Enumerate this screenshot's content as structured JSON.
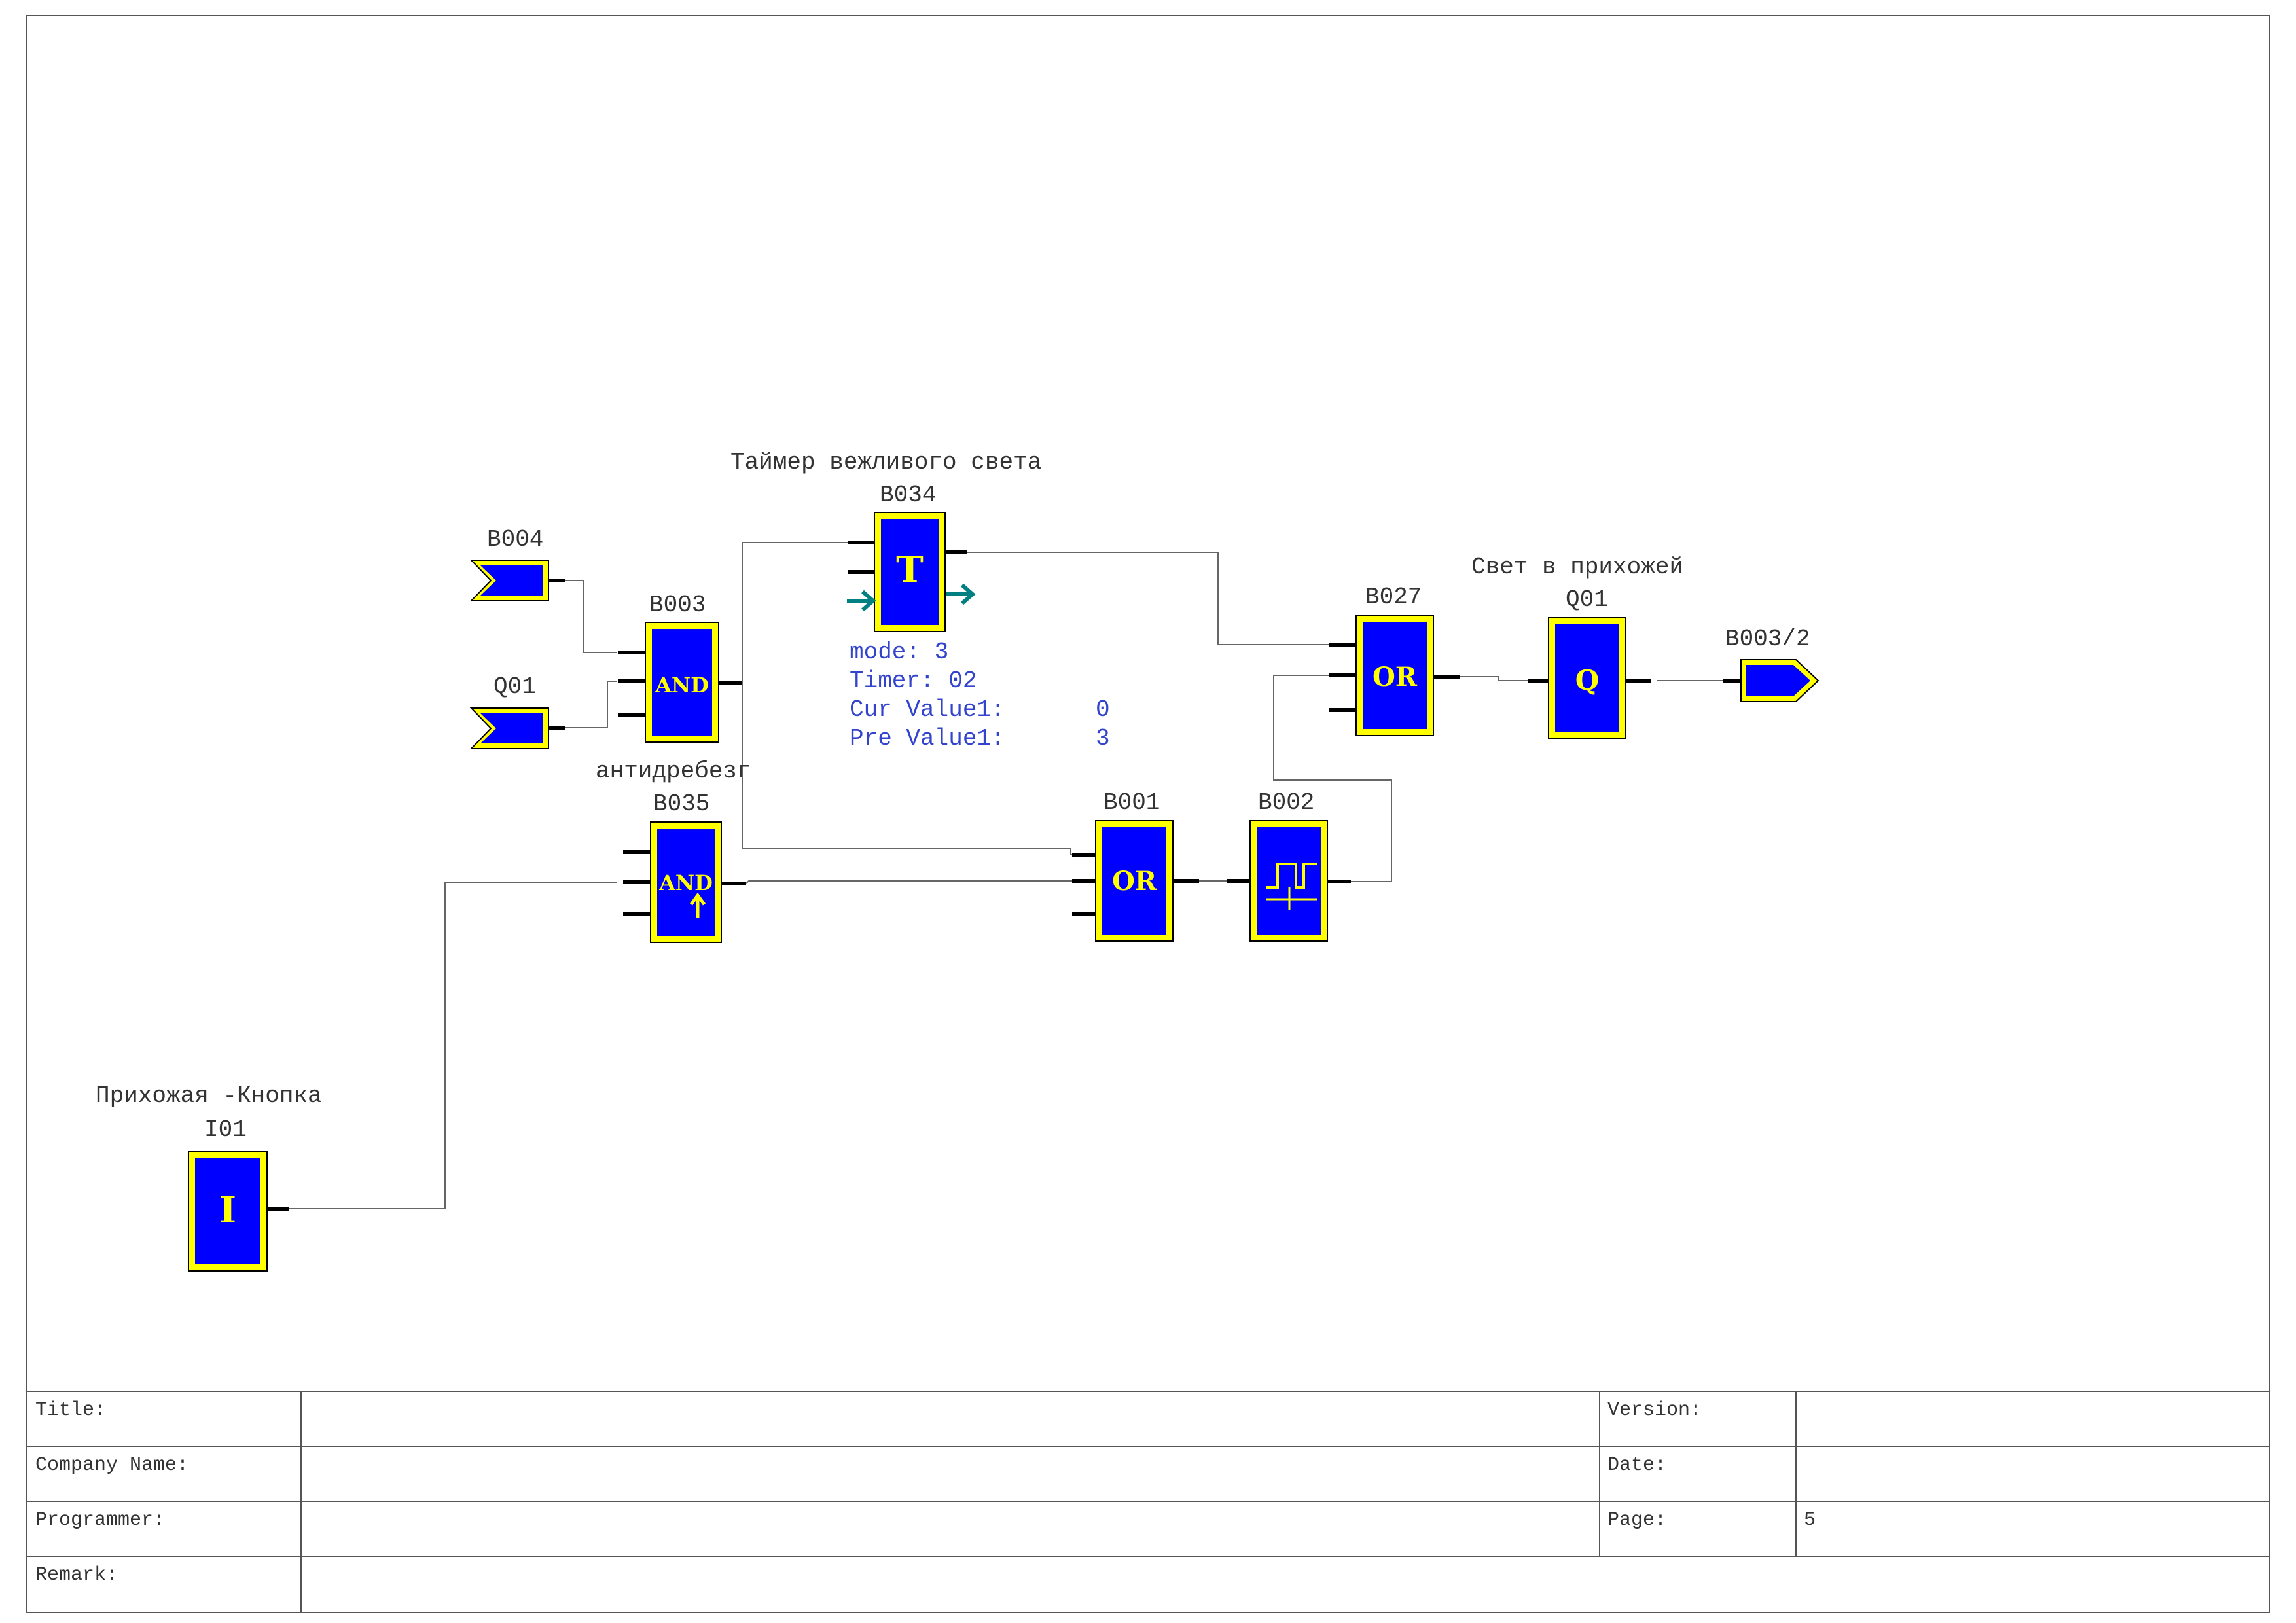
{
  "diagram": {
    "labels": {
      "timer_comment": "Таймер вежливого света",
      "light_comment": "Свет в прихожей",
      "debounce_comment": "антидребезг",
      "button_comment": "Прихожая -Кнопка"
    },
    "blocks": {
      "b004": "B004",
      "q01_in": "Q01",
      "b003": "B003",
      "b034": "B034",
      "b035": "B035",
      "b001": "B001",
      "b002": "B002",
      "b027": "B027",
      "q01": "Q01",
      "b003_2": "B003/2",
      "i01": "I01"
    },
    "symbols": {
      "and": "AND",
      "timer": "T",
      "or": "OR",
      "output": "Q",
      "input": "I"
    },
    "timer_params": {
      "mode": "mode: 3",
      "timer": "Timer: 02",
      "cur_label": "Cur Value1:",
      "cur_value": "0",
      "pre_label": "Pre Value1:",
      "pre_value": "3"
    },
    "colors": {
      "block_fill": "#0000ff",
      "block_border": "#ffff00",
      "symbol": "#ffff00",
      "param_text": "#3344cc",
      "teal_arrow": "#008080"
    }
  },
  "title_block": {
    "title_label": "Title:",
    "title_value": "",
    "company_label": "Company Name:",
    "company_value": "",
    "programmer_label": "Programmer:",
    "programmer_value": "",
    "remark_label": "Remark:",
    "remark_value": "",
    "version_label": "Version:",
    "version_value": "",
    "date_label": "Date:",
    "date_value": "",
    "page_label": "Page:",
    "page_value": "5"
  }
}
